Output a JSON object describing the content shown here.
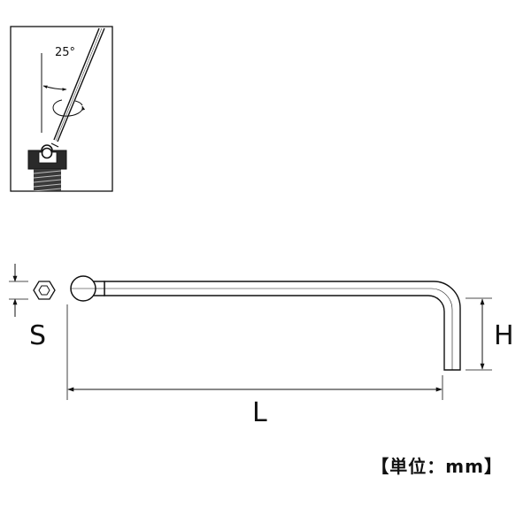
{
  "inset": {
    "angle_label": "25°"
  },
  "dimensions": {
    "s_label": "S",
    "h_label": "H",
    "l_label": "L"
  },
  "unit_note": "【単位：mm】"
}
